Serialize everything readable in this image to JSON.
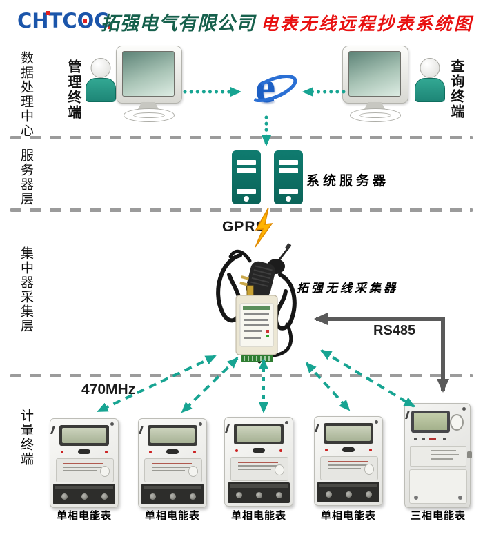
{
  "header": {
    "logo_text": "CHTCOC",
    "company_name": "拓强电气有限公司",
    "title": "电表无线远程抄表系统图"
  },
  "layers": [
    {
      "label": "数据处理中心"
    },
    {
      "label": "服务器层"
    },
    {
      "label": "集中器采集层"
    },
    {
      "label": "计量终端"
    }
  ],
  "data_center": {
    "management_label": "管理终端",
    "query_label": "查询终端",
    "browser_glyph": "e"
  },
  "server_layer": {
    "label": "系统服务器"
  },
  "collector_layer": {
    "gprs_label": "GPRS",
    "device_label": "拓强无线采集器",
    "rs485_label": "RS485"
  },
  "metering_layer": {
    "freq_label": "470MHz",
    "meters": [
      {
        "type": "single-phase",
        "label": "单相电能表"
      },
      {
        "type": "single-phase",
        "label": "单相电能表"
      },
      {
        "type": "single-phase",
        "label": "单相电能表"
      },
      {
        "type": "single-phase",
        "label": "单相电能表"
      },
      {
        "type": "three-phase",
        "label": "三相电能表"
      }
    ]
  },
  "colors": {
    "logo_blue": "#1b55aa",
    "logo_red_dot": "#e02020",
    "company_green": "#16604c",
    "title_red": "#e81010",
    "server_teal": "#0d7267",
    "arrow_teal": "#17a492",
    "person_teal": "#27a18e",
    "lightning_orange": "#ffb300",
    "rs485_gray": "#5a5a5a",
    "divider_gray": "#9b9b9b"
  }
}
